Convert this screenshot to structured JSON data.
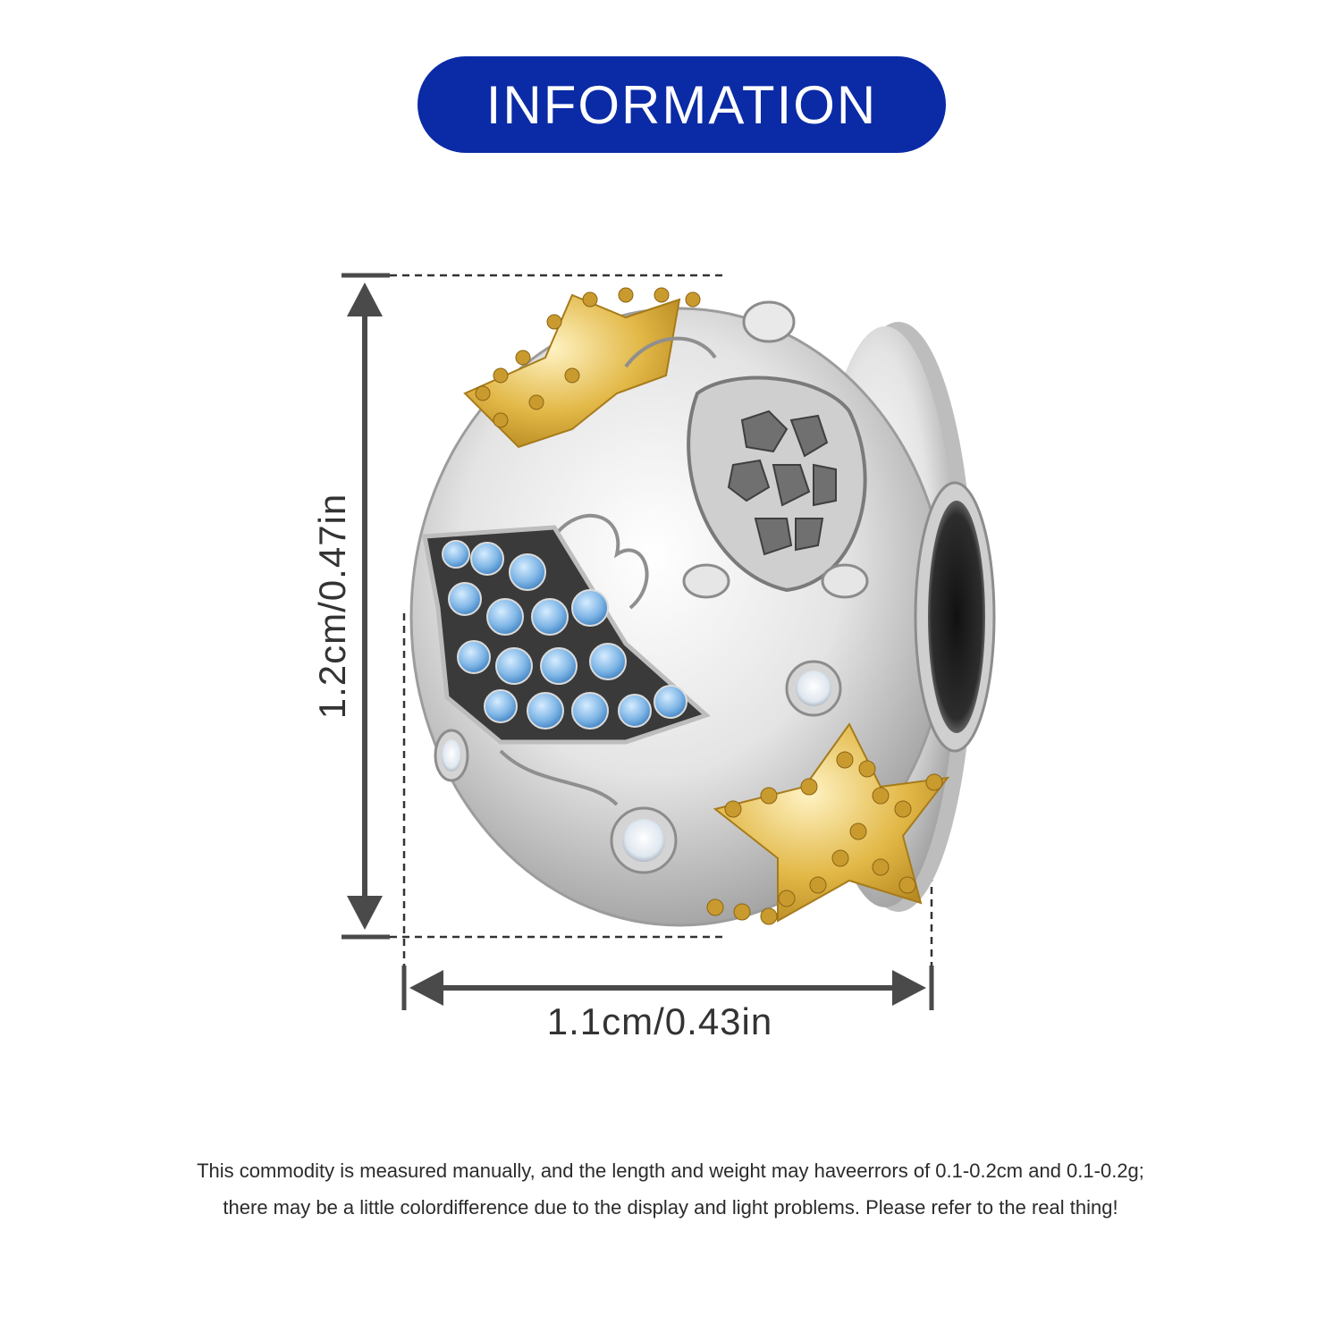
{
  "header": {
    "title": "INFORMATION",
    "badge_color": "#0a2aa6"
  },
  "dimensions": {
    "height_label": "1.2cm/0.47in",
    "width_label": "1.1cm/0.43in",
    "line_color": "#4a4a4a"
  },
  "product": {
    "icon": "ocean-charm-bead",
    "metal_colors": {
      "silver": "#d9d9d9",
      "gold": "#e2b847"
    },
    "stone_color": "#7fb6e6"
  },
  "disclaimer": {
    "line_1": "This commodity is measured manually, and the length and weight may haveerrors of 0.1-0.2cm and 0.1-0.2g;",
    "line_2": "there may be a little colordifference due to the display and light problems. Please refer to the real thing!"
  }
}
